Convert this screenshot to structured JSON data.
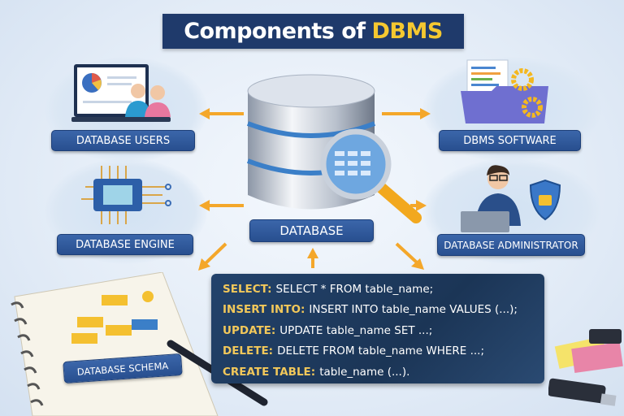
{
  "title": {
    "prefix": "Components of",
    "highlight": "DBMS"
  },
  "components": {
    "users": "DATABASE USERS",
    "software": "DBMS SOFTWARE",
    "engine": "DATABASE ENGINE",
    "database": "DATABASE",
    "administrator": "DATABASE ADMINISTRATOR",
    "schema": "DATABASE SCHEMA"
  },
  "sql_commands": [
    {
      "keyword": "SELECT:",
      "code": "SELECT * FROM table_name;"
    },
    {
      "keyword": "INSERT INTO:",
      "code": "INSERT INTO table_name VALUES (...);"
    },
    {
      "keyword": "UPDATE:",
      "code": "UPDATE table_name SET ...;"
    },
    {
      "keyword": "DELETE:",
      "code": "DELETE FROM table_name WHERE ...;"
    },
    {
      "keyword": "CREATE TABLE:",
      "code": "table_name (...)."
    }
  ],
  "colors": {
    "navy": "#1f3a6b",
    "accent": "#f5c830",
    "label": "#2f5b9c",
    "arrow": "#f4a72a"
  }
}
